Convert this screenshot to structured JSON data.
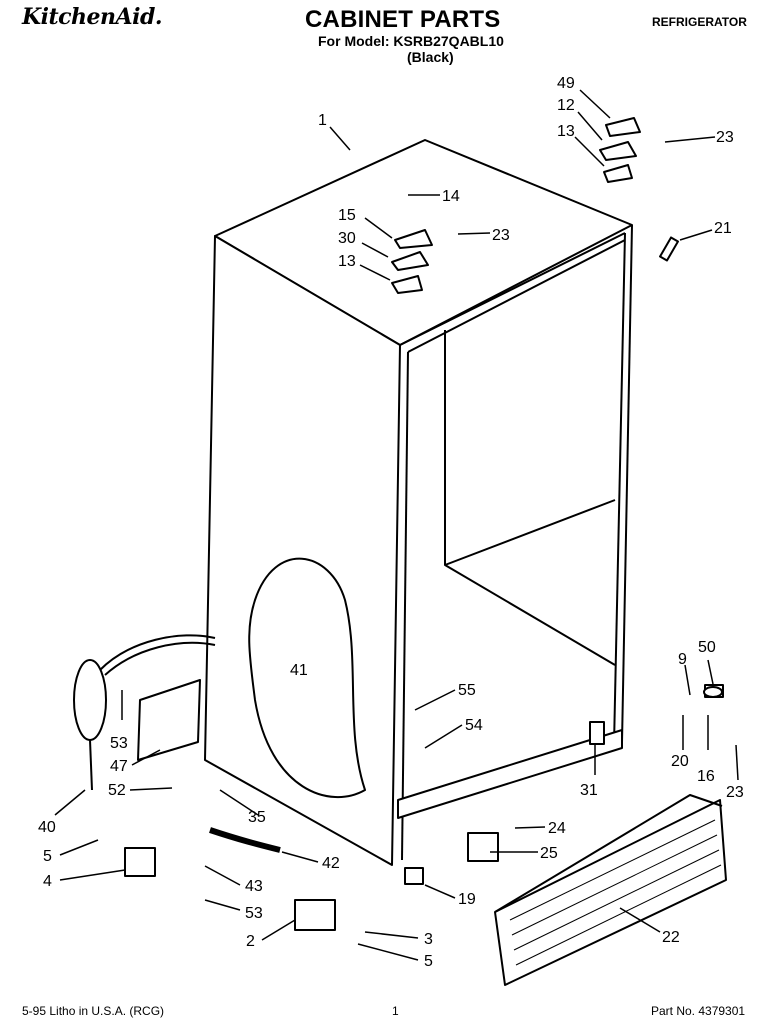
{
  "header": {
    "brand": "KitchenAid.",
    "title": "CABINET PARTS",
    "model_line": "For Model: KSRB27QABL10",
    "color_line": "(Black)",
    "category": "REFRIGERATOR"
  },
  "footer": {
    "left": "5-95  Litho in U.S.A. (RCG)",
    "page": "1",
    "part_no": "Part No. 4379301"
  },
  "callouts": [
    "1",
    "49",
    "12",
    "13",
    "23",
    "14",
    "15",
    "30",
    "23",
    "13",
    "21",
    "41",
    "55",
    "54",
    "31",
    "9",
    "50",
    "20",
    "16",
    "23",
    "53",
    "47",
    "52",
    "40",
    "35",
    "5",
    "4",
    "43",
    "42",
    "53",
    "2",
    "3",
    "5",
    "19",
    "24",
    "25",
    "22"
  ]
}
